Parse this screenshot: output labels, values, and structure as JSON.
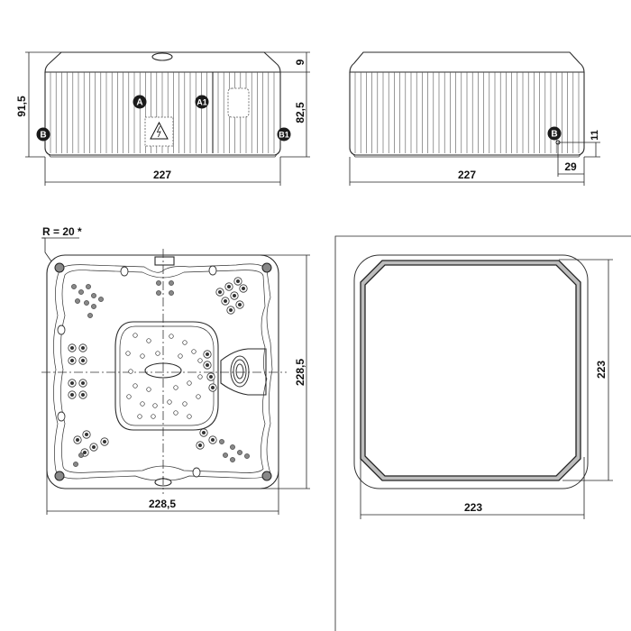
{
  "title": "Hot tub technical drawing",
  "front_view": {
    "width": "227",
    "height_total": "91,5",
    "height_body": "82,5",
    "cap_height": "9",
    "markers": {
      "a": "A",
      "a1": "A1",
      "b": "B",
      "b1": "B1"
    }
  },
  "side_view": {
    "width": "227",
    "drain_height": "11",
    "drain_offset": "29",
    "marker_b": "B"
  },
  "plan_view": {
    "corner_radius": "R = 20 *",
    "width": "228,5",
    "depth": "228,5"
  },
  "cover_view": {
    "width": "223",
    "depth": "223"
  },
  "colors": {
    "line": "#2a2a2a",
    "frame_fill": "#bdbdbd",
    "marker": "#1a1a1a"
  }
}
